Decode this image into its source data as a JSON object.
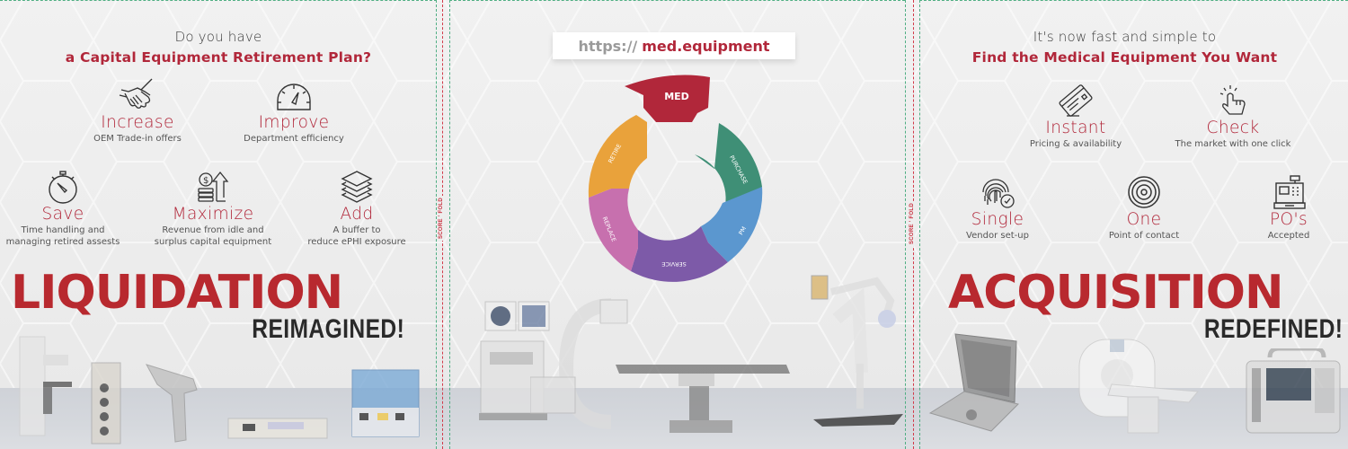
{
  "fold": {
    "label": "SCORE ' FOLD",
    "colors": {
      "green": "#4fae83",
      "red": "#d23a4a"
    }
  },
  "left_panel": {
    "intro_line1": "Do you have",
    "intro_line2": "a Capital Equipment Retirement Plan?",
    "features": [
      {
        "icon": "handshake-icon",
        "title": "Increase",
        "desc": [
          "OEM Trade-in offers"
        ]
      },
      {
        "icon": "speedometer-icon",
        "title": "Improve",
        "desc": [
          "Department efficiency"
        ]
      },
      {
        "icon": "stopwatch-icon",
        "title": "Save",
        "desc": [
          "Time handling and",
          "managing retired assests"
        ]
      },
      {
        "icon": "money-growth-icon",
        "title": "Maximize",
        "desc": [
          "Revenue from idle and",
          "surplus capital equipment"
        ]
      },
      {
        "icon": "layers-icon",
        "title": "Add",
        "desc": [
          "A buffer to",
          "reduce ePHI exposure"
        ]
      }
    ],
    "headline": "LIQUIDATION",
    "subheadline": "REIMAGINED!",
    "equipment": [
      "mammography-unit",
      "infusion-pump",
      "surgical-drill",
      "video-processor",
      "electrosurgical-generator"
    ]
  },
  "center_panel": {
    "url_protocol": "https://",
    "url_domain": "med.equipment",
    "logo_text": "MED",
    "cycle": [
      {
        "label": "RETIRE",
        "color": "#e9a23b"
      },
      {
        "label": "PURCHASE",
        "color": "#3f8f76"
      },
      {
        "label": "PM",
        "color": "#5b97cf"
      },
      {
        "label": "SERVICE",
        "color": "#7d5aa8"
      },
      {
        "label": "REPLACE",
        "color": "#c770ae"
      }
    ],
    "logo_color": "#b1273a",
    "equipment": [
      "ultrasound-cart",
      "c-arm",
      "surgical-table",
      "surgical-microscope"
    ]
  },
  "right_panel": {
    "intro_line1": "It's now fast and simple to",
    "intro_line2": "Find the Medical Equipment You Want",
    "features": [
      {
        "icon": "credit-card-icon",
        "title": "Instant",
        "desc": [
          "Pricing & availability"
        ]
      },
      {
        "icon": "click-hand-icon",
        "title": "Check",
        "desc": [
          "The market with one click"
        ]
      },
      {
        "icon": "fingerprint-check-icon",
        "title": "Single",
        "desc": [
          "Vendor set-up"
        ]
      },
      {
        "icon": "target-icon",
        "title": "One",
        "desc": [
          "Point of contact"
        ]
      },
      {
        "icon": "cash-register-icon",
        "title": "PO's",
        "desc": [
          "Accepted"
        ]
      }
    ],
    "headline": "ACQUISITION",
    "subheadline": "REDEFINED!",
    "equipment": [
      "portable-ultrasound",
      "ct-scanner",
      "patient-monitor-defibrillator"
    ]
  },
  "colors": {
    "brand_red": "#b1273a",
    "headline_red": "#b8292f",
    "dark_text": "#2a2a2a"
  }
}
